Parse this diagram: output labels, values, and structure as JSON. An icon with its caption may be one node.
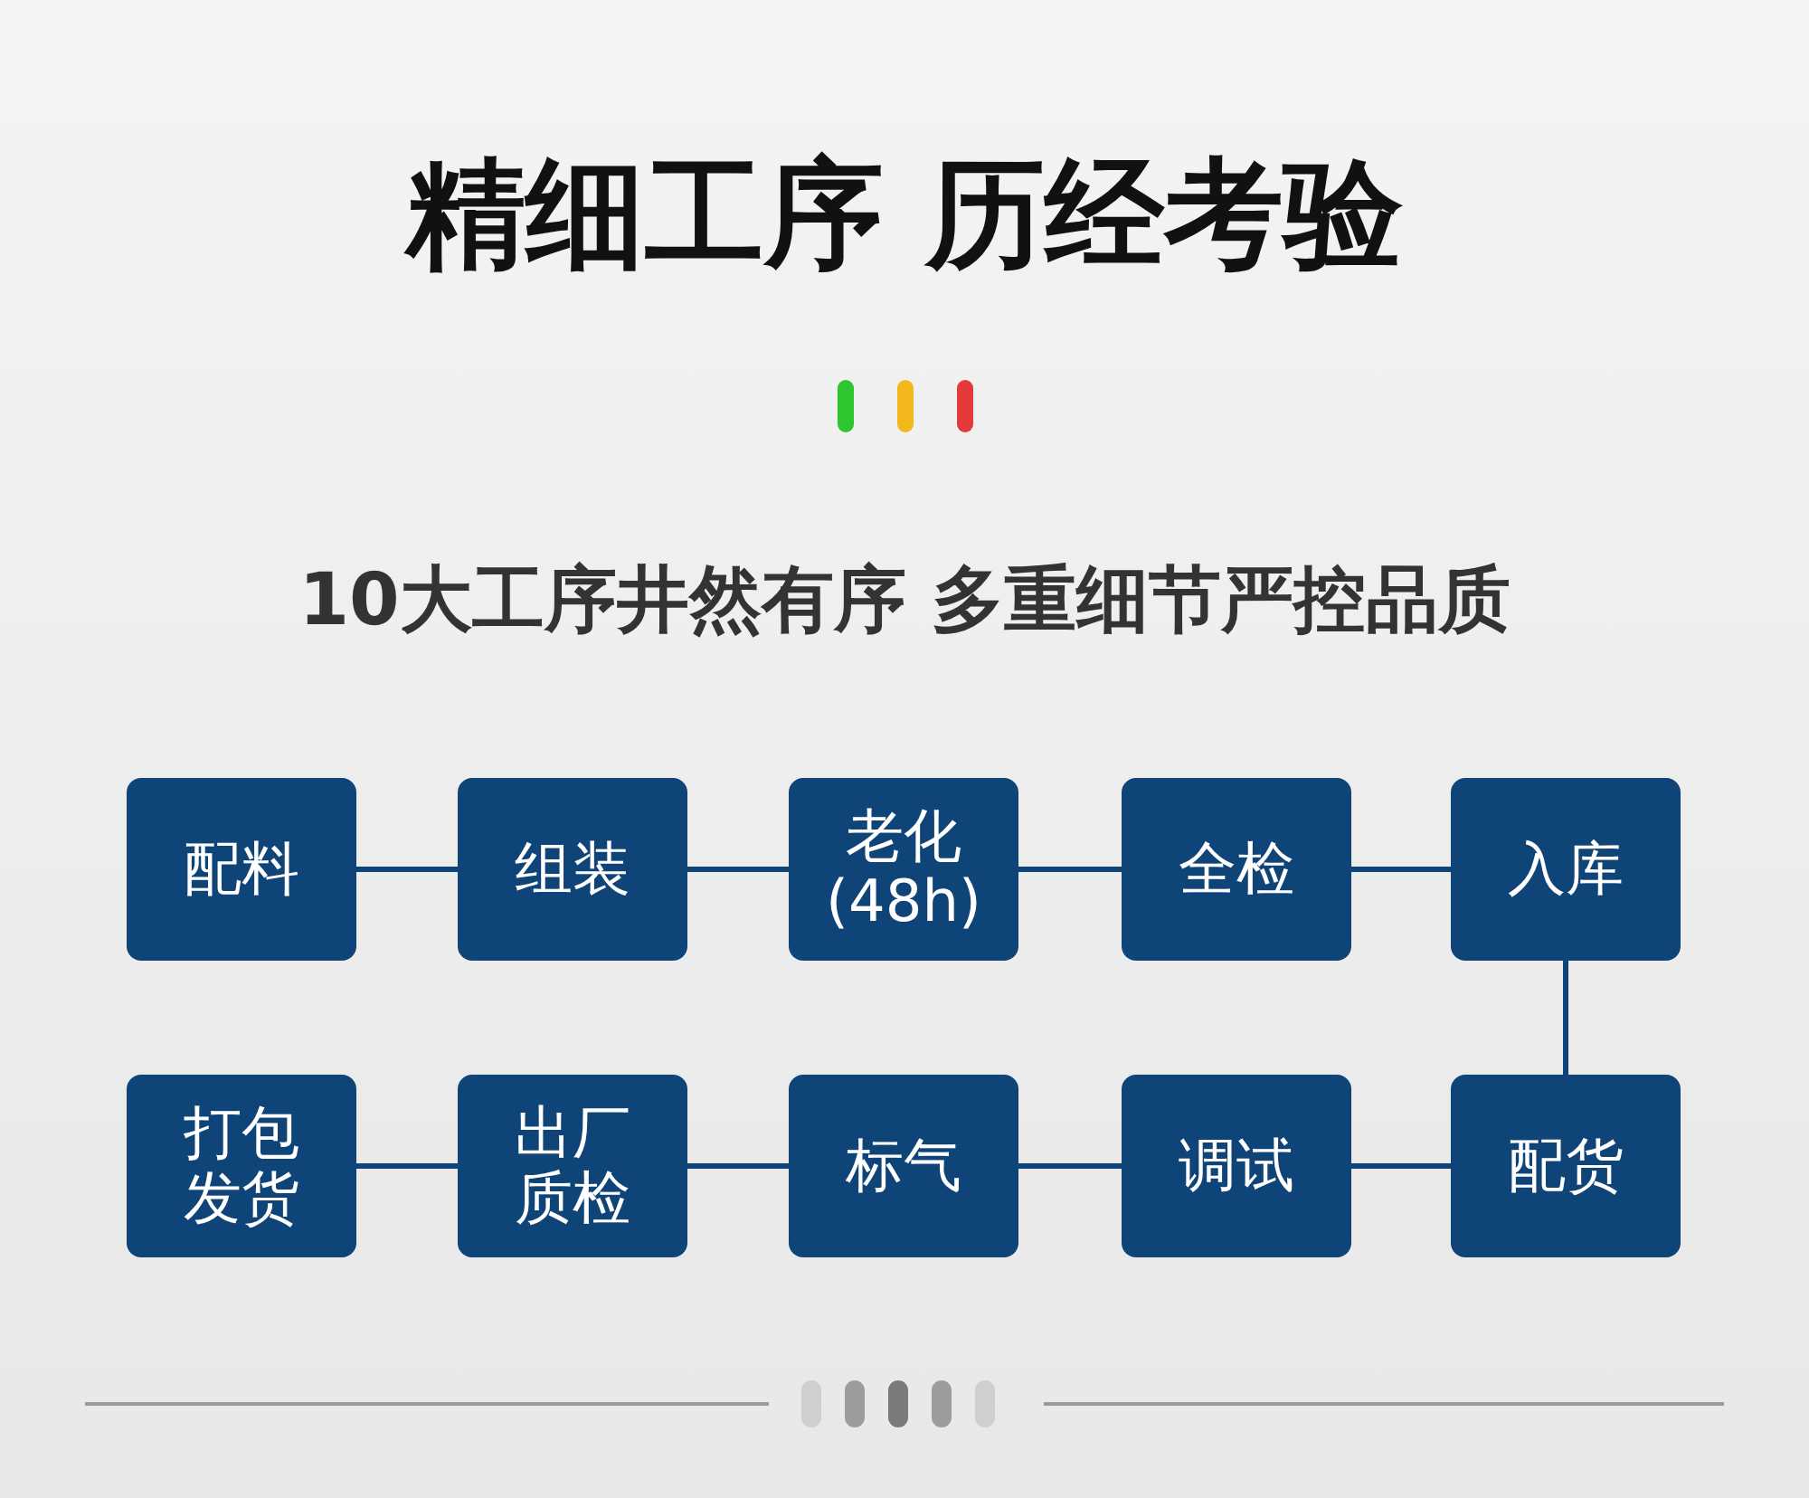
{
  "diagram": {
    "title": "精细工序 历经考验",
    "nodes": [
      {
        "text": [
          "配料"
        ]
      },
      {
        "text": [
          "组装"
        ]
      },
      {
        "text": [
          "老化(48h)"
        ]
      },
      {
        "text": [
          "全检"
        ]
      },
      {
        "text": [
          "入库"
        ]
      },
      {
        "text": [
          "打包发货"
        ]
      },
      {
        "text": [
          "出厂质检"
        ]
      },
      {
        "text": [
          "标气"
        ]
      },
      {
        "text": [
          "调试"
        ]
      },
      {
        "text": [
          "配货"
        ]
      }
    ],
    "edges": [
      {
        "from": 0,
        "to": 1,
        "arrow": "none"
      },
      {
        "from": 1,
        "to": 2,
        "arrow": "none"
      },
      {
        "from": 2,
        "to": 3,
        "arrow": "none"
      },
      {
        "from": 3,
        "to": 4,
        "arrow": "none"
      },
      {
        "from": 4,
        "to": 9,
        "arrow": "none"
      },
      {
        "from": 9,
        "to": 8,
        "arrow": "none"
      },
      {
        "from": 8,
        "to": 7,
        "arrow": "none"
      },
      {
        "from": 7,
        "to": 6,
        "arrow": "none"
      },
      {
        "from": 6,
        "to": 5,
        "arrow": "none"
      }
    ],
    "labels": [
      "10大工序井然有序 多重细节严控品质"
    ]
  }
}
